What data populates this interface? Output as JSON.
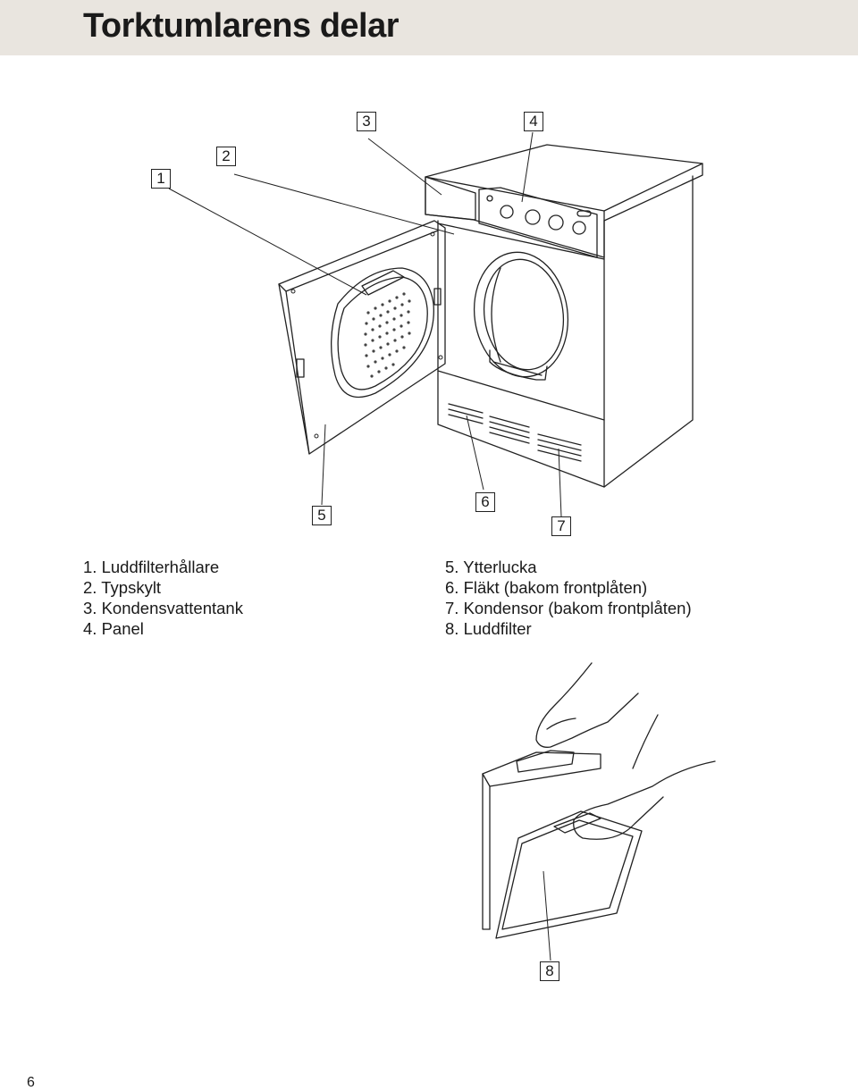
{
  "page": {
    "title": "Torktumlarens delar",
    "page_number": "6"
  },
  "callouts": [
    "1",
    "2",
    "3",
    "4",
    "5",
    "6",
    "7",
    "8"
  ],
  "legend": {
    "left": [
      {
        "num": "1.",
        "text": "Luddfilterhållare"
      },
      {
        "num": "2.",
        "text": "Typskylt"
      },
      {
        "num": "3.",
        "text": "Kondensvattentank"
      },
      {
        "num": "4.",
        "text": "Panel"
      }
    ],
    "right": [
      {
        "num": "5.",
        "text": "Ytterlucka"
      },
      {
        "num": "6.",
        "text": "Fläkt (bakom frontplåten)"
      },
      {
        "num": "7.",
        "text": "Kondensor (bakom frontplåten)"
      },
      {
        "num": "8.",
        "text": "Luddfilter"
      }
    ]
  },
  "colors": {
    "header_band": "#e9e5df",
    "line": "#222222"
  }
}
